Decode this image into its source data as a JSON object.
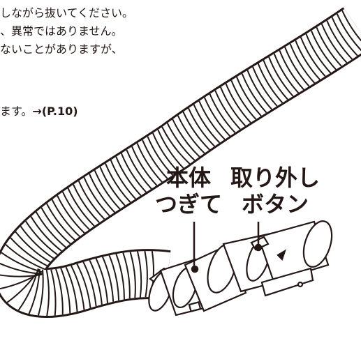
{
  "instructions": {
    "line1": "しながら抜いてください。",
    "line2": "、異常ではありません。",
    "line3": "ないことがありますが、",
    "line4": "ます。",
    "arrow": "→",
    "ref": "(P.10)"
  },
  "labels": {
    "body_joint": [
      "本体",
      "つぎて"
    ],
    "release_button": [
      "取り外し",
      "ボタン"
    ]
  },
  "colors": {
    "line": "#231815",
    "fill": "#ffffff",
    "shade": "#dcdcdc"
  }
}
